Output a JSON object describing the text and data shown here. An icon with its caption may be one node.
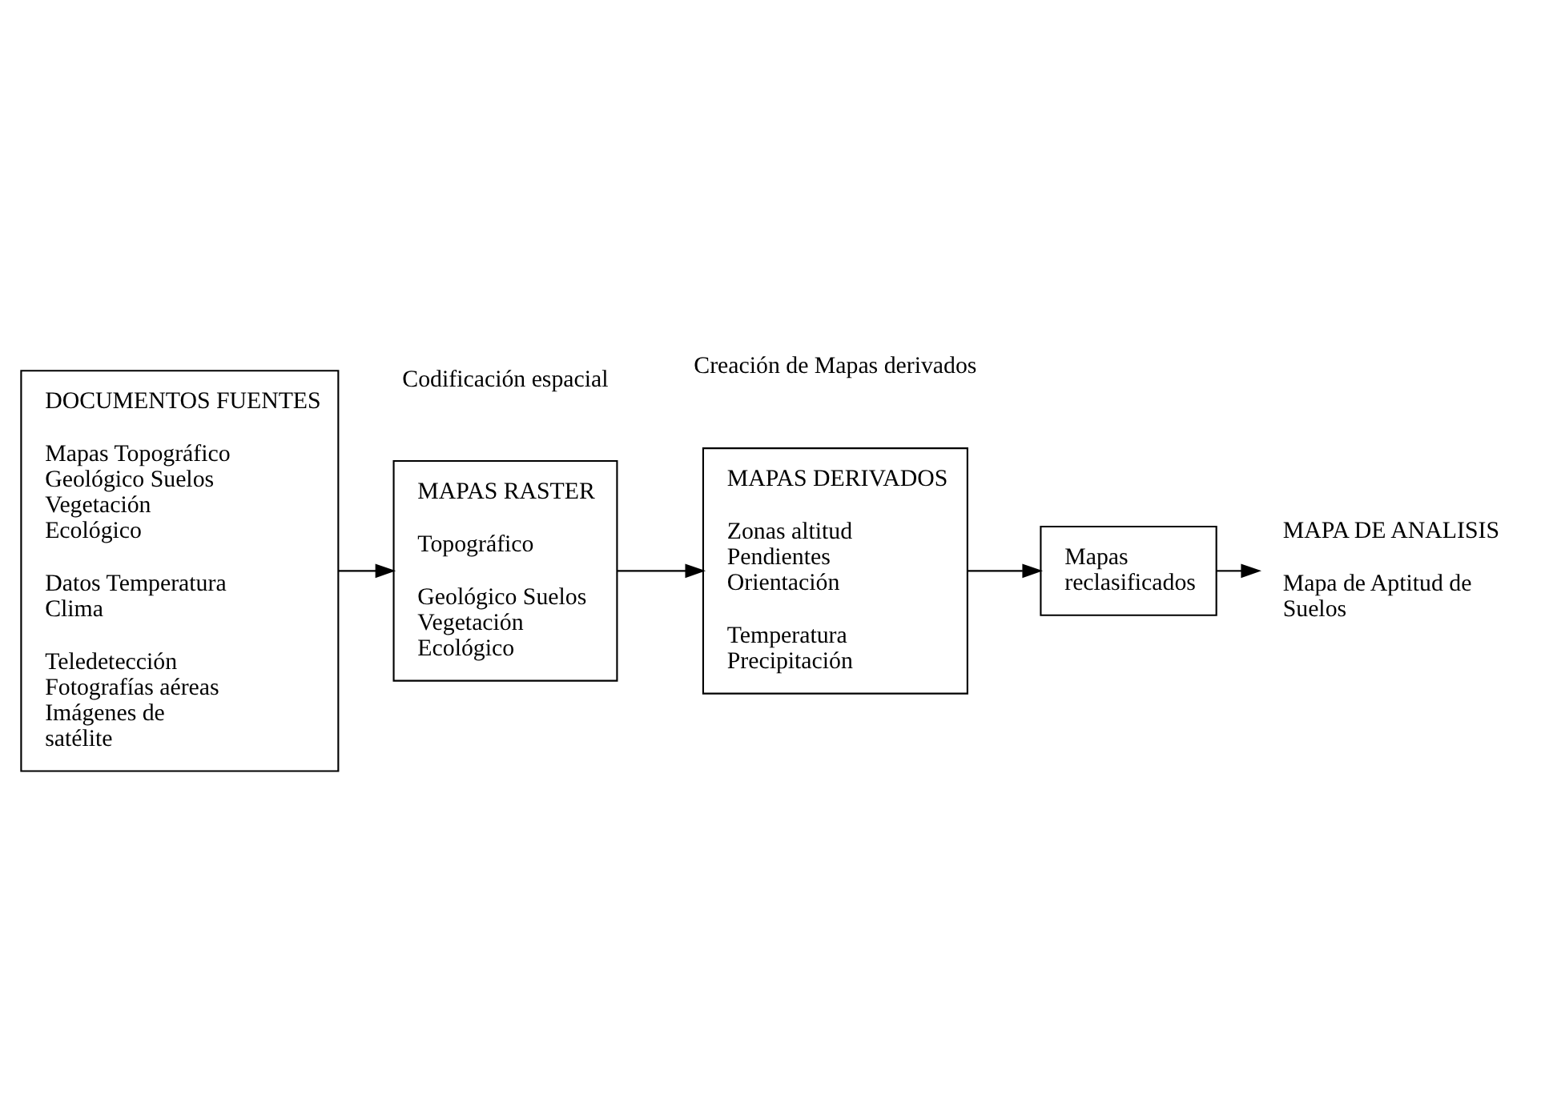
{
  "diagram": {
    "nodes": [
      {
        "text": [
          "DOCUMENTOS FUENTES",
          "Mapas Topográfico Geológico Suelos Vegetación Ecológico",
          "Datos Temperatura Clima",
          "Teledetección Fotografías aéreas Imágenes de satélite"
        ]
      },
      {
        "text": [
          "MAPAS RASTER",
          "Topográfico",
          "Geológico Suelos Vegetación Ecológico"
        ]
      },
      {
        "text": [
          "MAPAS DERIVADOS",
          "Zonas altitud Pendientes Orientación",
          "Temperatura Precipitación"
        ]
      },
      {
        "text": [
          "Mapas reclasificados"
        ]
      },
      {
        "text": [
          "MAPA DE ANALISIS",
          "Mapa de Aptitud de Suelos"
        ]
      }
    ],
    "edges": [
      {
        "from": 0,
        "to": 1,
        "arrow": "to"
      },
      {
        "from": 1,
        "to": 2,
        "arrow": "to"
      },
      {
        "from": 2,
        "to": 3,
        "arrow": "to"
      },
      {
        "from": 3,
        "to": 4,
        "arrow": "to"
      }
    ],
    "labels": [
      "Codificación espacial",
      "Creación de Mapas derivados"
    ]
  }
}
